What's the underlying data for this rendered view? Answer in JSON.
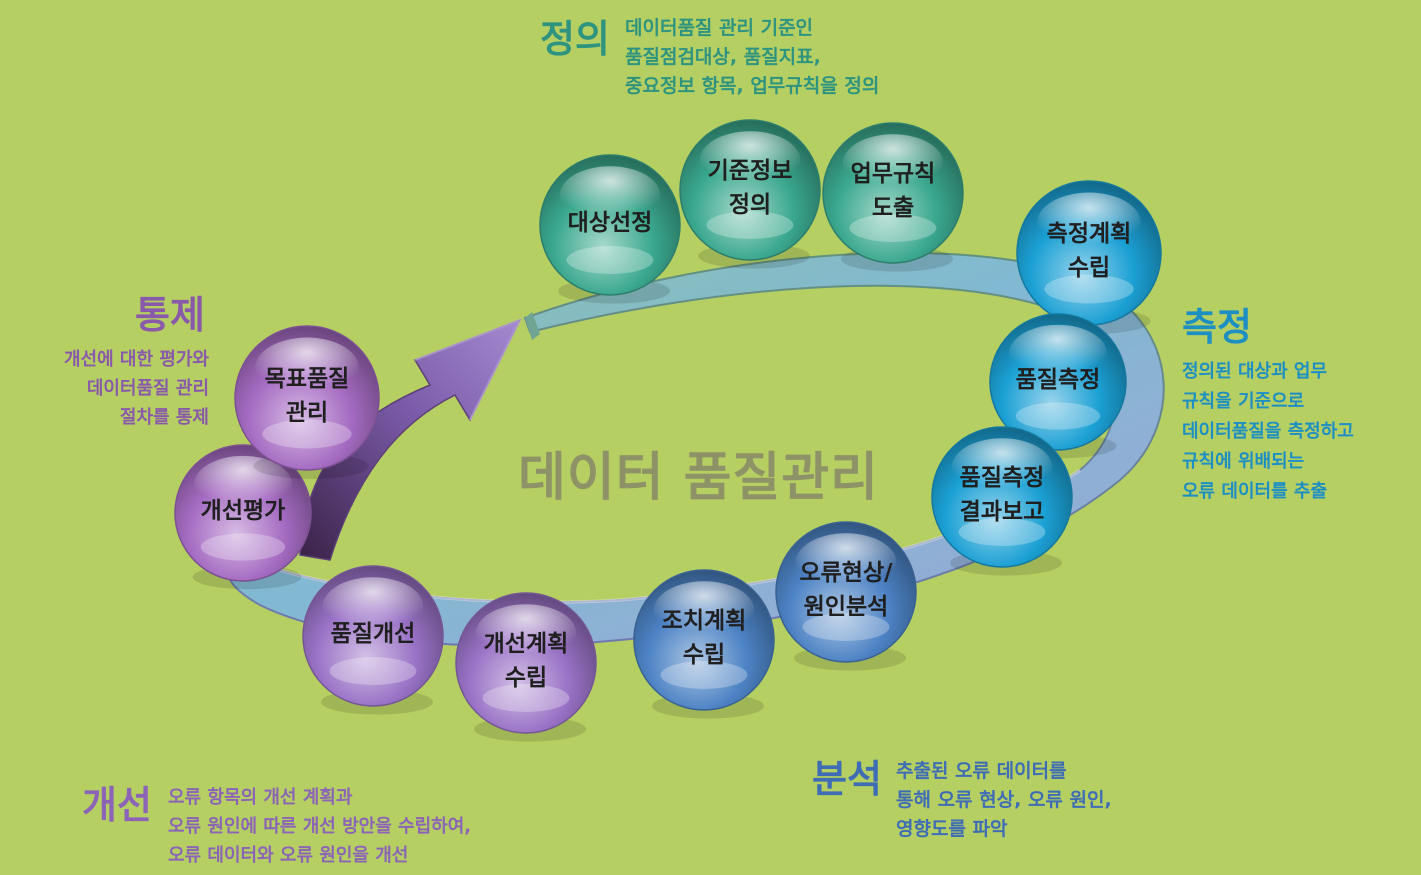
{
  "center_title": "데이터 품질관리",
  "sections": {
    "definition": {
      "title": "정의",
      "desc": [
        "데이터품질 관리 기준인",
        "품질점검대상, 품질지표,",
        "중요정보 항목, 업무규칙을 정의"
      ],
      "color": "#2e9480"
    },
    "measurement": {
      "title": "측정",
      "desc": [
        "정의된 대상과 업무",
        "규칙을 기준으로",
        "데이터품질을 측정하고",
        "규칙에 위배되는",
        "오류 데이터를 추출"
      ],
      "color": "#1d8fc3"
    },
    "analysis": {
      "title": "분석",
      "desc": [
        "추출된 오류 데이터를",
        "통해 오류 현상, 오류 원인,",
        "영향도를 파악"
      ],
      "color": "#3e6cb5"
    },
    "improvement": {
      "title": "개선",
      "desc": [
        "오류 항목의 개선 계획과",
        "오류 원인에 따른 개선 방안을 수립하여,",
        "오류 데이터와 오류 원인을 개선"
      ],
      "color": "#8b64b7"
    },
    "control": {
      "title": "통제",
      "desc": [
        "개선에 대한 평가와",
        "데이터품질 관리",
        "절차를 통제"
      ],
      "color": "#8a5aaa"
    }
  },
  "nodes": [
    {
      "name": "node-target-selection",
      "lines": [
        "대상선정"
      ],
      "color": "#3aa88e"
    },
    {
      "name": "node-reference-info-definition",
      "lines": [
        "기준정보",
        "정의"
      ],
      "color": "#3aa88e"
    },
    {
      "name": "node-business-rule-derivation",
      "lines": [
        "업무규칙",
        "도출"
      ],
      "color": "#3aa88e"
    },
    {
      "name": "node-measurement-plan",
      "lines": [
        "측정계획",
        "수립"
      ],
      "color": "#1ba0d4"
    },
    {
      "name": "node-quality-measurement",
      "lines": [
        "품질측정"
      ],
      "color": "#1ba0d4"
    },
    {
      "name": "node-measurement-report",
      "lines": [
        "품질측정",
        "결과보고"
      ],
      "color": "#1ba0d4"
    },
    {
      "name": "node-error-analysis",
      "lines": [
        "오류현상/",
        "원인분석"
      ],
      "color": "#4c82c4"
    },
    {
      "name": "node-action-plan",
      "lines": [
        "조치계획",
        "수립"
      ],
      "color": "#4c82c4"
    },
    {
      "name": "node-improvement-plan",
      "lines": [
        "개선계획",
        "수립"
      ],
      "color": "#9a72c6"
    },
    {
      "name": "node-quality-improvement",
      "lines": [
        "품질개선"
      ],
      "color": "#9a72c6"
    },
    {
      "name": "node-improvement-evaluation",
      "lines": [
        "개선평가"
      ],
      "color": "#a56bc2"
    },
    {
      "name": "node-target-quality-management",
      "lines": [
        "목표품질",
        "관리"
      ],
      "color": "#a56bc2"
    }
  ]
}
